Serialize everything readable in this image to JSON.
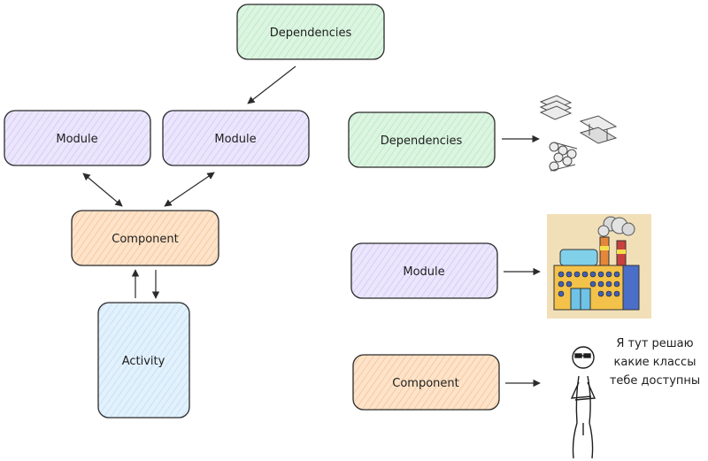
{
  "palette": {
    "green_fill": "#d7f3dd",
    "green_stroke": "#2f2f2f",
    "purple_fill": "#e7e2fb",
    "orange_fill": "#fbdcbf",
    "blue_fill": "#dbeefb",
    "stroke": "#2b2b2b"
  },
  "left_diagram": {
    "dependencies": "Dependencies",
    "module_a": "Module",
    "module_b": "Module",
    "component": "Component",
    "activity": "Activity"
  },
  "right_legend": {
    "dependencies": "Dependencies",
    "module": "Module",
    "component": "Component",
    "dependencies_icon": "metal-parts-icon",
    "module_icon": "factory-illustration",
    "component_icon": "stick-figure-with-sunglasses"
  },
  "speech_bubble": {
    "line1": "Я тут решаю",
    "line2": "какие классы",
    "line3": "тебе доступны"
  }
}
